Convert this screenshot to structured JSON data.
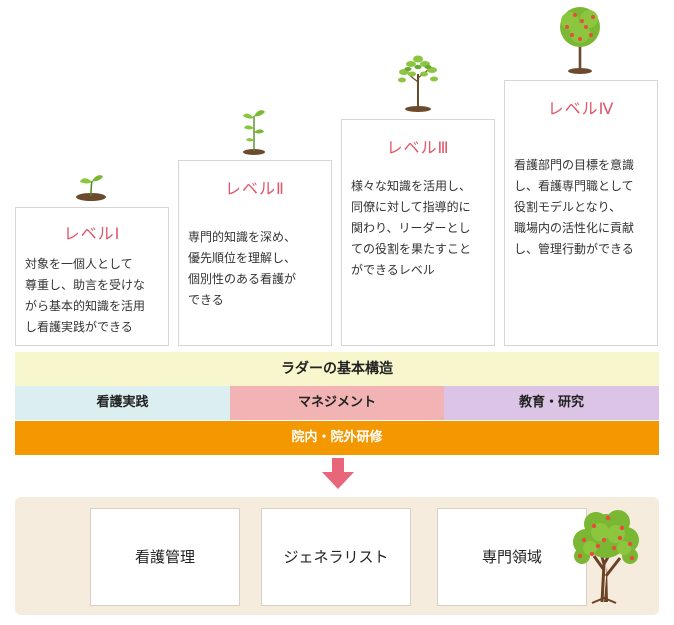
{
  "levels": [
    {
      "title": "レベルⅠ",
      "text": "対象を一個人として\n尊重し、助言を受けな\nがら基本的知識を活用\nし看護実践ができる"
    },
    {
      "title": "レベルⅡ",
      "text": "専門的知識を深め、\n優先順位を理解し、\n個別性のある看護が\nできる"
    },
    {
      "title": "レベルⅢ",
      "text": "様々な知識を活用し、\n同僚に対して指導的に\n関わり、リーダーとし\nての役割を果たすこと\nができるレベル"
    },
    {
      "title": "レベルⅣ",
      "text": "看護部門の目標を意識\nし、看護専門職として\n役割モデルとなり、\n職場内の活性化に貢献\nし、管理行動ができる"
    }
  ],
  "ladder": {
    "title": "ラダーの基本構造",
    "categories": [
      {
        "label": "看護実践",
        "color": "#dbeef0"
      },
      {
        "label": "マネジメント",
        "color": "#f1b3b3"
      },
      {
        "label": "教育・研究",
        "color": "#dcc4e6"
      }
    ],
    "training": "院内・院外研修"
  },
  "paths": [
    "看護管理",
    "ジェネラリスト",
    "専門領域"
  ],
  "colors": {
    "accent_red": "#e0566a",
    "training_orange": "#f39800",
    "arrow": "#e8667a",
    "panel": "#f6ecdd"
  },
  "icons": [
    "sprout-icon",
    "seedling-icon",
    "young-tree-icon",
    "fruit-tree-icon",
    "large-tree-icon",
    "down-arrow-icon"
  ]
}
